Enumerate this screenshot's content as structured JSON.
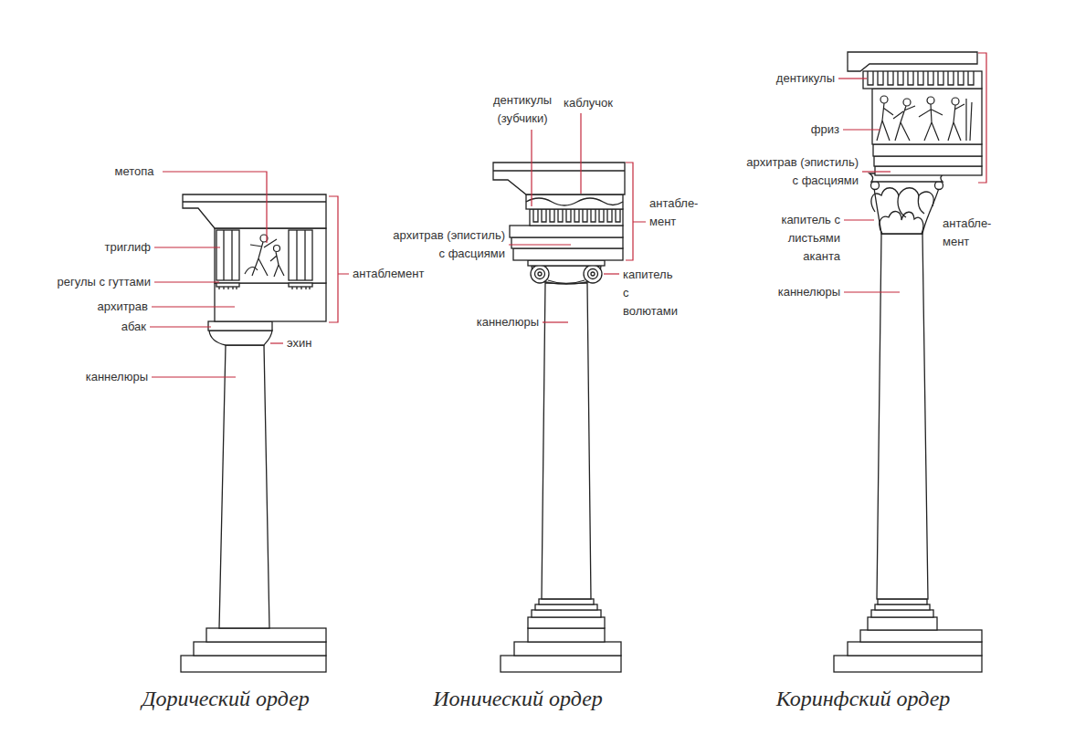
{
  "diagram": {
    "labels": [
      "метопа",
      "триглиф",
      "регулы с гуттами",
      "архитрав",
      "абак",
      "каннелюры",
      "антаблемент",
      "эхин",
      "Дорический ордер",
      "дентикулы (зубчики)",
      "каблучок",
      "антабле- мент",
      "архитрав (эпистиль) с фасциями",
      "капитель с волютами",
      "каннелюры",
      "Ионический ордер",
      "дентикулы",
      "фриз",
      "архитрав (эпистиль) с фасциями",
      "капитель с листьями аканта",
      "антабле- мент",
      "каннелюры",
      "Коринфский ордер"
    ]
  }
}
